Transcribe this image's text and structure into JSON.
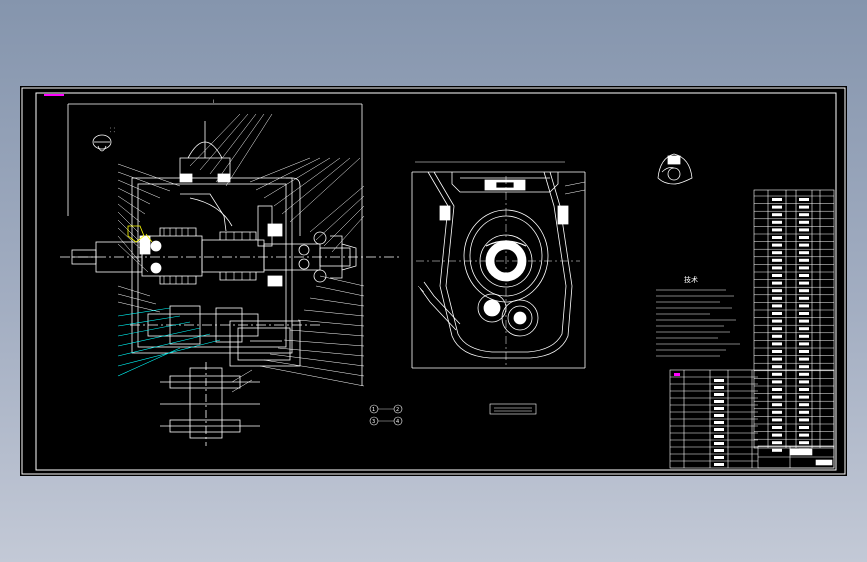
{
  "drawing": {
    "section_view_title": "",
    "side_view_title": "",
    "notes_title": "技术",
    "dimension_label": "I",
    "callout_numbers": [
      "1",
      "2",
      "3",
      "4"
    ],
    "colors": {
      "background": "#000000",
      "lines": "#ffffff",
      "leaders": "#00ffff",
      "highlight": "#ffff00",
      "frame_mark": "#ff00ff",
      "viewport_bg_top": "#8595ad",
      "viewport_bg_bottom": "#c3c9d6"
    }
  }
}
